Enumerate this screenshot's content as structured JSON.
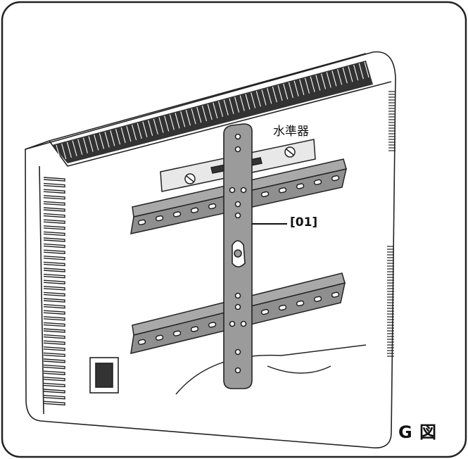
{
  "labels": {
    "level": "水準器",
    "part": "[01]",
    "figure": "G 図"
  },
  "colors": {
    "bracket": "#9b9b9b",
    "line": "#1a1a1a",
    "background": "#ffffff"
  }
}
